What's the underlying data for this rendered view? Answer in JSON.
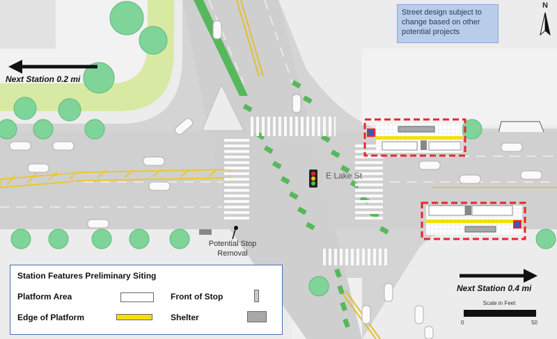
{
  "note": {
    "line1": "Street design subject to",
    "line2": "change based on other",
    "line3": "potential projects"
  },
  "north": "N",
  "nav": {
    "left_label": "Next Station 0.2 mi",
    "right_label": "Next Station 0.4 mi"
  },
  "street_label": "E Lake St",
  "removal": {
    "line1": "Potential Stop",
    "line2": "Removal"
  },
  "legend": {
    "title": "Station Features Preliminary Siting",
    "platform_area": "Platform Area",
    "edge_of_platform": "Edge of Platform",
    "front_of_stop": "Front of Stop",
    "shelter": "Shelter"
  },
  "scale": {
    "title": "Scale in Feet",
    "min": "0",
    "max": "50"
  },
  "colors": {
    "station_outline": "#e8252a",
    "platform_edge": "#f4e000",
    "bike_lane": "#56b85a",
    "tree": "#7fd49a",
    "note_box": "#b9cdea"
  }
}
